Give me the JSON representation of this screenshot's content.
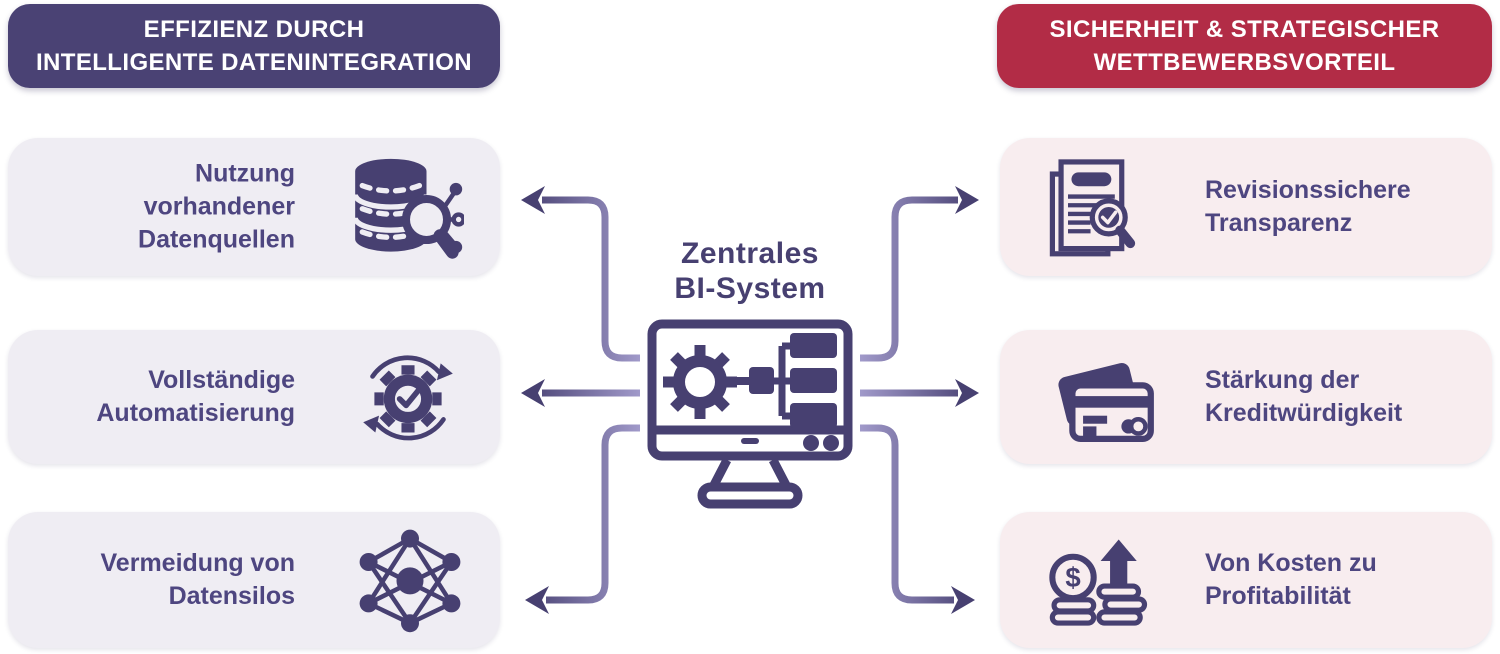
{
  "colors": {
    "header_left_bg": "#4a4274",
    "header_right_bg": "#b22c46",
    "left_card_bg": "#efedf3",
    "right_card_bg": "#f8edef",
    "icon_purple": "#474071",
    "text_purple": "#4e4680",
    "arrow_dark": "#474071",
    "arrow_light": "#a7a0d0"
  },
  "left": {
    "header": {
      "line1": "EFFIZIENZ DURCH",
      "line2": "INTELLIGENTE DATENINTEGRATION"
    },
    "items": [
      {
        "line1": "Nutzung vorhandener",
        "line2": "Datenquellen",
        "icon": "database-search-icon"
      },
      {
        "line1": "Vollständige",
        "line2": "Automatisierung",
        "icon": "automation-gear-icon"
      },
      {
        "line1": "Vermeidung von",
        "line2": "Datensilos",
        "icon": "data-network-icon"
      }
    ]
  },
  "right": {
    "header": {
      "line1": "SICHERHEIT & STRATEGISCHER",
      "line2": "WETTBEWERBSVORTEIL"
    },
    "items": [
      {
        "line1": "Revisionssichere",
        "line2": "Transparenz",
        "icon": "audit-document-icon"
      },
      {
        "line1": "Stärkung der",
        "line2": "Kreditwürdigkeit",
        "icon": "credit-cards-icon"
      },
      {
        "line1": "Von Kosten zu",
        "line2": "Profitabilität",
        "icon": "profit-growth-icon",
        "icon_symbol": "$"
      }
    ]
  },
  "center": {
    "title_line1": "Zentrales",
    "title_line2": "BI-System",
    "icon": "bi-system-monitor-icon"
  }
}
